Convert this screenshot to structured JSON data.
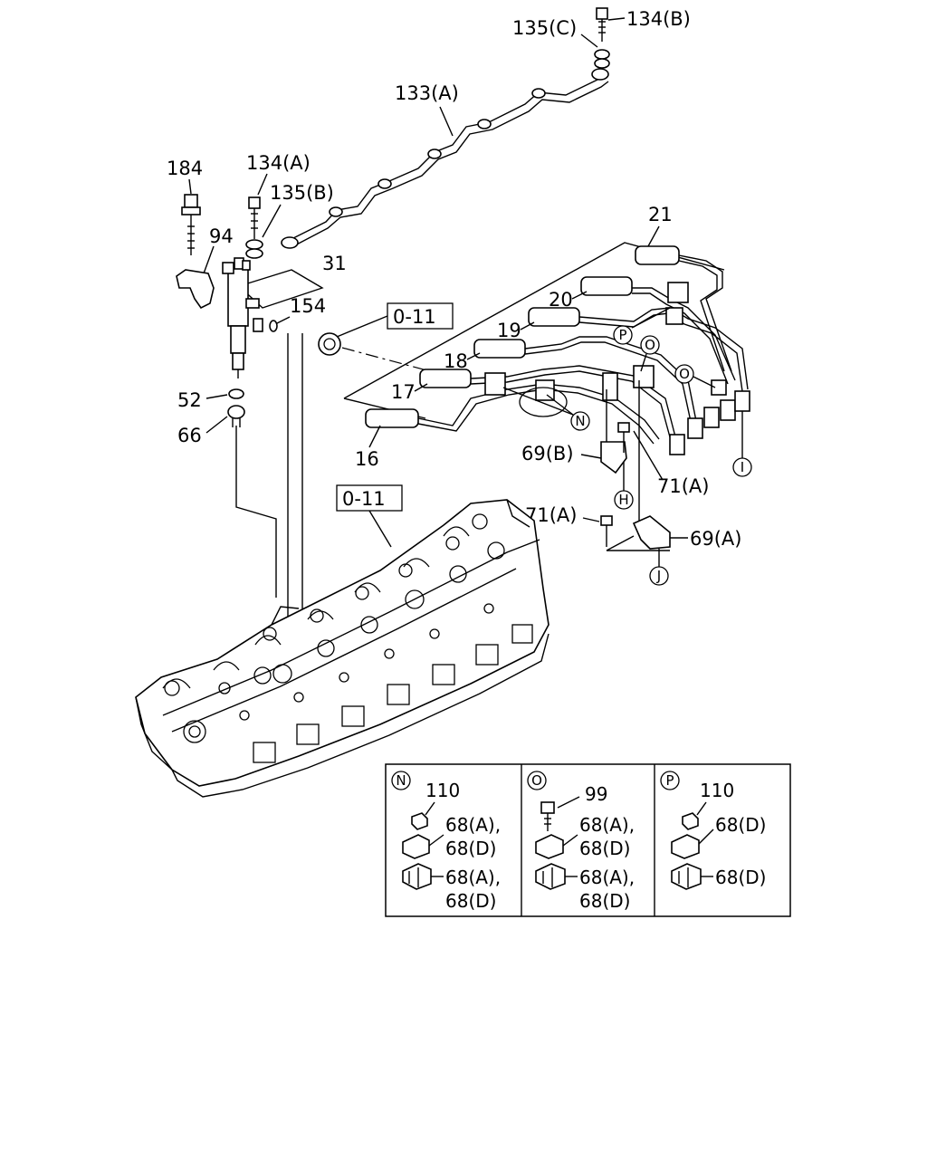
{
  "labels": {
    "p135c": "135(C)",
    "p134b": "134(B)",
    "p133a": "133(A)",
    "p184": "184",
    "p134a": "134(A)",
    "p135b": "135(B)",
    "p94": "94",
    "p31": "31",
    "p154": "154",
    "p52": "52",
    "p66": "66",
    "p21": "21",
    "p20": "20",
    "p19": "19",
    "p18": "18",
    "p17": "17",
    "p16": "16",
    "p69b": "69(B)",
    "p71a_1": "71(A)",
    "p71a_2": "71(A)",
    "p69a": "69(A)",
    "ref1": "0-11",
    "ref2": "0-11"
  },
  "callouts": {
    "P": "P",
    "O": "O",
    "O2": "O",
    "N": "N",
    "I": "I",
    "H": "H",
    "J": "J"
  },
  "detail": {
    "n": {
      "key": "N",
      "part_top": "110",
      "c1_l1": "68(A),",
      "c1_l2": "68(D)",
      "c2_l1": "68(A),",
      "c2_l2": "68(D)"
    },
    "o": {
      "key": "O",
      "part_top": "99",
      "c1_l1": "68(A),",
      "c1_l2": "68(D)",
      "c2_l1": "68(A),",
      "c2_l2": "68(D)"
    },
    "p": {
      "key": "P",
      "part_top": "110",
      "c1_l1": "68(D)",
      "c2_l1": "68(D)"
    }
  }
}
